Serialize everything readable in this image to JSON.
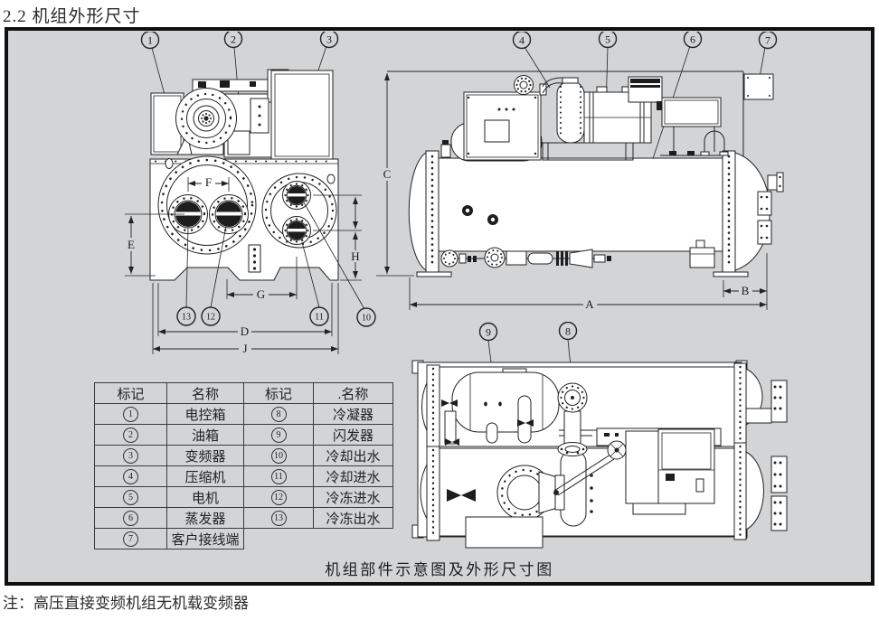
{
  "page": {
    "section_title": "2.2 机组外形尺寸",
    "footnote": "注：高压直接变频机组无机载变频器"
  },
  "figure": {
    "caption": "机组部件示意图及外形尺寸图"
  },
  "callouts": {
    "c1": "1",
    "c2": "2",
    "c3": "3",
    "c4": "4",
    "c5": "5",
    "c6": "6",
    "c7": "7",
    "c8": "8",
    "c9": "9",
    "c10": "10",
    "c11": "11",
    "c12": "12",
    "c13": "13"
  },
  "dims": {
    "a": "A",
    "b": "B",
    "c": "C",
    "d": "D",
    "e": "E",
    "f": "F",
    "g": "G",
    "h": "H",
    "j": "J"
  },
  "parts_table": {
    "headers": [
      "标记",
      "名称",
      "标记",
      ".名称"
    ],
    "rows": [
      [
        "1",
        "电控箱",
        "8",
        "冷凝器"
      ],
      [
        "2",
        "油箱",
        "9",
        "闪发器"
      ],
      [
        "3",
        "变频器",
        "10",
        "冷却出水"
      ],
      [
        "4",
        "压缩机",
        "11",
        "冷却进水"
      ],
      [
        "5",
        "电机",
        "12",
        "冷冻进水"
      ],
      [
        "6",
        "蒸发器",
        "13",
        "冷冻出水"
      ],
      [
        "7",
        "客户接线端",
        "",
        ""
      ]
    ]
  },
  "colors": {
    "frame_background": "#d2d4d6",
    "line": "#222222",
    "paper": "#ffffff"
  }
}
